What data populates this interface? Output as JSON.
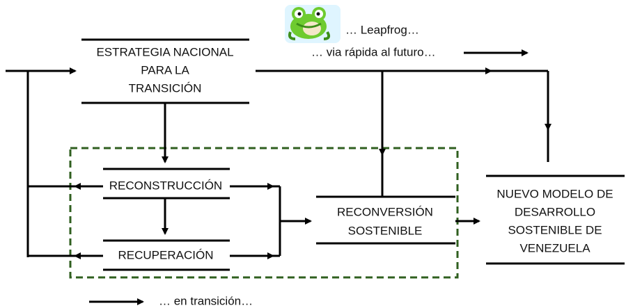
{
  "nodes": {
    "strategy": {
      "line1": "ESTRATEGIA NACIONAL",
      "line2": "PARA LA",
      "line3": "TRANSICIÓN"
    },
    "reconstruction": {
      "label": "RECONSTRUCCIÓN"
    },
    "recovery": {
      "label": "RECUPERACIÓN"
    },
    "reconversion": {
      "line1": "RECONVERSIÓN",
      "line2": "SOSTENIBLE"
    },
    "new_model": {
      "line1": "NUEVO MODELO DE",
      "line2": "DESARROLLO",
      "line3": "SOSTENIBLE DE",
      "line4": "VENEZUELA"
    }
  },
  "annotations": {
    "leapfrog": "… Leapfrog…",
    "fast_track": "… via rápida al futuro…",
    "legend": "… en transición…"
  },
  "icons": {
    "frog": "frog-icon"
  },
  "colors": {
    "line": "#000000",
    "dashed_box": "#2f5f1f",
    "frog_green": "#6ecb2f",
    "frog_dark": "#3c8e18",
    "frog_belly": "#f4e7c8"
  }
}
